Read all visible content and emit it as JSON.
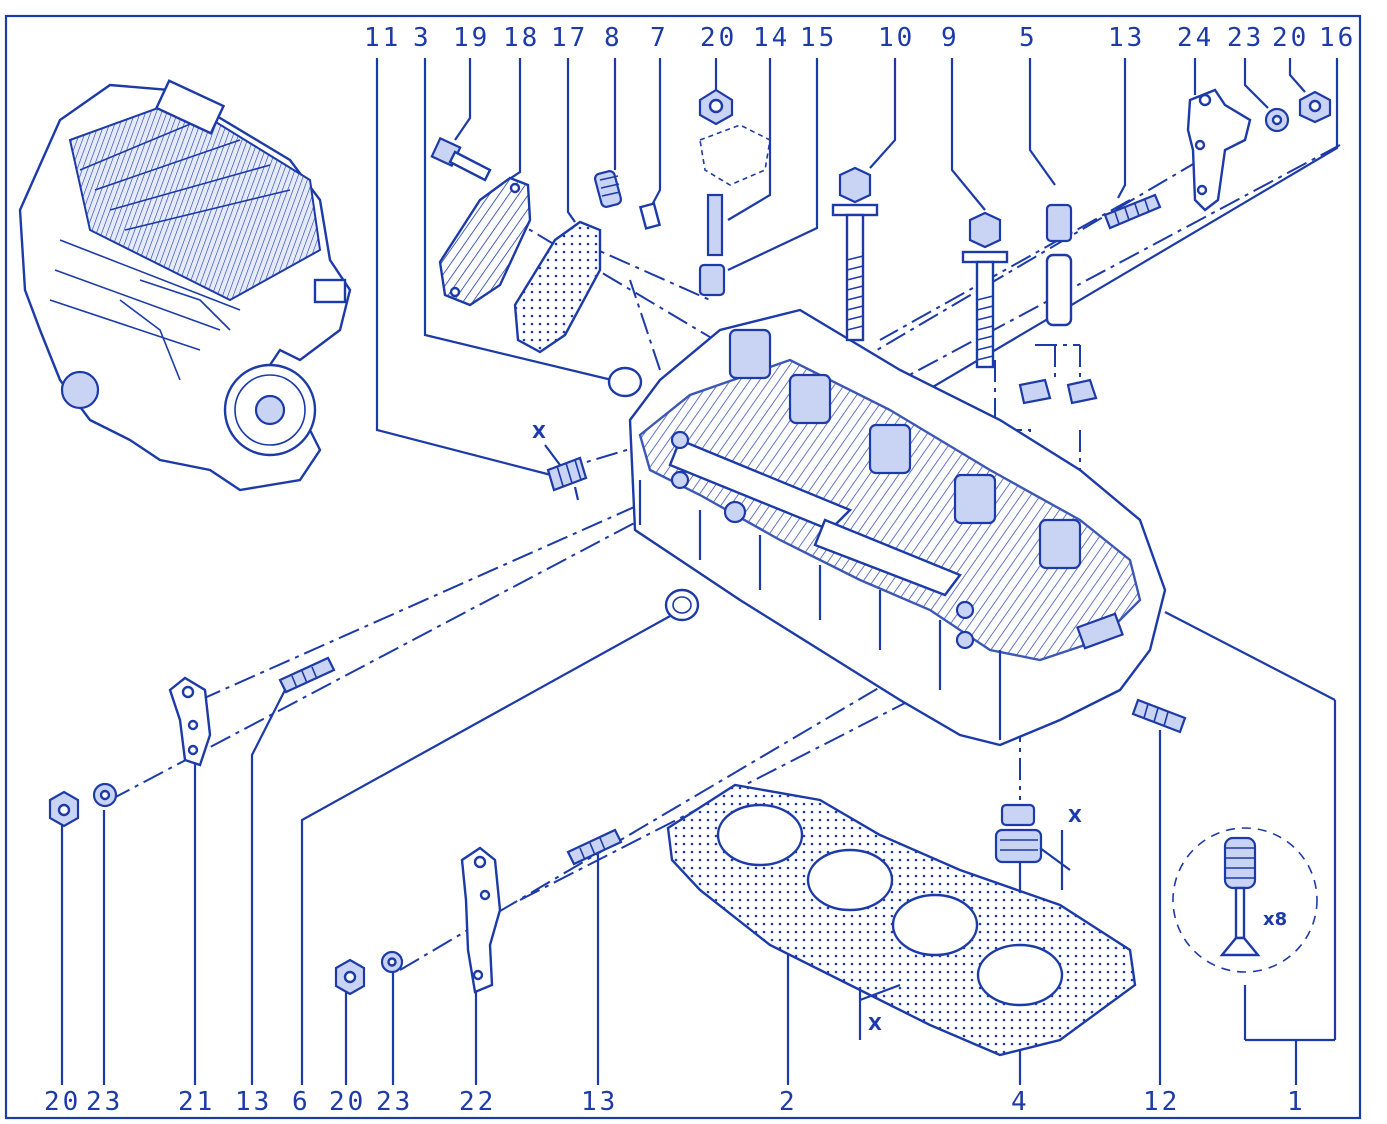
{
  "top_labels": [
    "11",
    "3",
    "19",
    "18",
    "17",
    "8",
    "7",
    "20",
    "14",
    "15",
    "10",
    "9",
    "5",
    "13",
    "24",
    "23",
    "20",
    "16"
  ],
  "bottom_labels": [
    "20",
    "23",
    "21",
    "13",
    "6",
    "20",
    "23",
    "22",
    "13",
    "2",
    "4",
    "12",
    "1"
  ],
  "multiplier": "x8",
  "dim_x_labels": [
    "X",
    "X",
    "X"
  ],
  "colors": {
    "ink": "#1c3aa8",
    "fill": "#c9d3f3",
    "background": "#ffffff"
  }
}
